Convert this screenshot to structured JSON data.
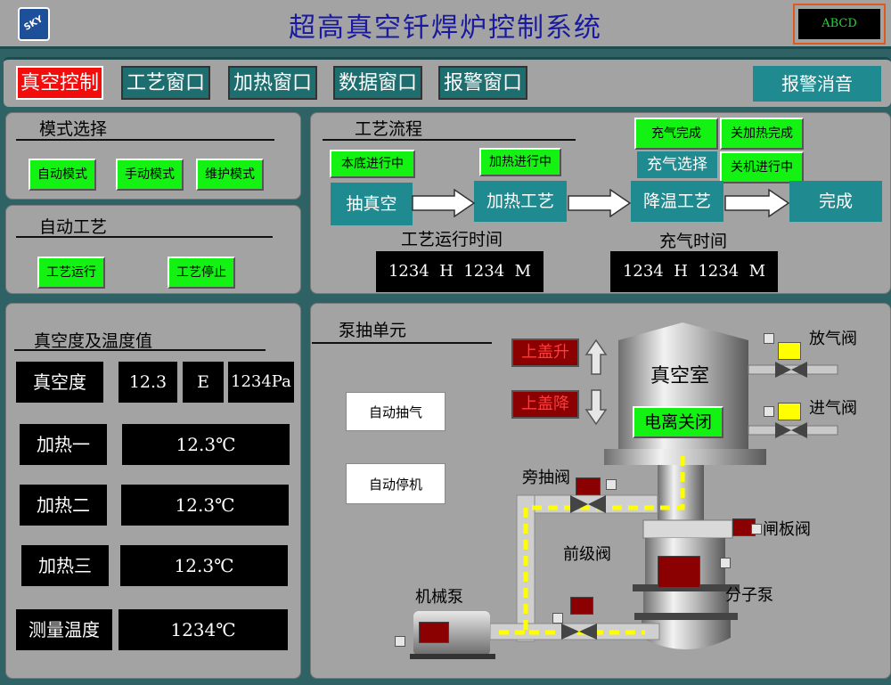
{
  "header": {
    "logo_text": "SKY",
    "title": "超高真空钎焊炉控制系统",
    "indicator": "ABCD"
  },
  "nav": {
    "tabs": [
      {
        "label": "真空控制"
      },
      {
        "label": "工艺窗口"
      },
      {
        "label": "加热窗口"
      },
      {
        "label": "数据窗口"
      },
      {
        "label": "报警窗口"
      }
    ],
    "silence_label": "报警消音"
  },
  "mode": {
    "title": "模式选择",
    "buttons": [
      "自动模式",
      "手动模式",
      "维护模式"
    ]
  },
  "auto": {
    "title": "自动工艺",
    "buttons": [
      "工艺运行",
      "工艺停止"
    ]
  },
  "process": {
    "title": "工艺流程",
    "status": {
      "base_running": "本底进行中",
      "heating_running": "加热进行中",
      "fill_done": "充气完成",
      "heat_off_done": "关加热完成",
      "fill_select": "充气选择",
      "shutdown_running": "关机进行中"
    },
    "steps": [
      "抽真空",
      "加热工艺",
      "降温工艺",
      "完成"
    ],
    "run_time_label": "工艺运行时间",
    "fill_time_label": "充气时间",
    "run_time_value": "1234  H  1234  M",
    "fill_time_value": "1234  H  1234  M"
  },
  "readings": {
    "title": "真空度及温度值",
    "vacuum_label": "真空度",
    "vacuum_mantissa": "12.3",
    "vacuum_exp": "E",
    "vacuum_pa": "1234Pa",
    "heat1_label": "加热一",
    "heat1_value": "12.3℃",
    "heat2_label": "加热二",
    "heat2_value": "12.3℃",
    "heat3_label": "加热三",
    "heat3_value": "12.3℃",
    "temp_label": "测量温度",
    "temp_value": "1234℃"
  },
  "pump": {
    "title": "泵抽单元",
    "auto_pump": "自动抽气",
    "auto_stop": "自动停机",
    "lid_up": "上盖升",
    "lid_down": "上盖降",
    "chamber": "真空室",
    "ion_status": "电离关闭",
    "vent_valve": "放气阀",
    "inlet_valve": "进气阀",
    "bypass_valve": "旁抽阀",
    "gate_valve": "闸板阀",
    "fore_valve": "前级阀",
    "molecular_pump": "分子泵",
    "mech_pump": "机械泵"
  }
}
